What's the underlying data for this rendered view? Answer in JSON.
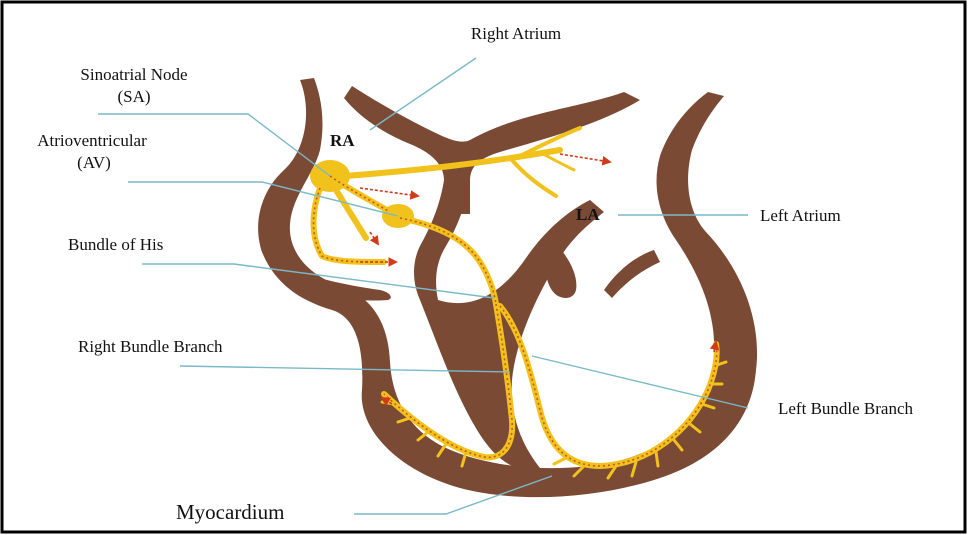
{
  "diagram": {
    "labels": {
      "right_atrium": "Right Atrium",
      "sinoatrial_line1": "Sinoatrial Node",
      "sinoatrial_line2": "(SA)",
      "atrioventricular_line1": "Atrioventricular",
      "atrioventricular_line2": "(AV)",
      "bundle_of_his": "Bundle of His",
      "right_bundle_branch": "Right Bundle Branch",
      "left_atrium": "Left Atrium",
      "left_bundle_branch": "Left Bundle Branch",
      "myocardium": "Myocardium",
      "ra_abbrev": "RA",
      "la_abbrev": "LA"
    },
    "colors": {
      "muscle": "#7b4a34",
      "conduction": "#f2c21c",
      "dots": "#c9541e",
      "leader_line": "#79b9c9",
      "border": "#000000"
    }
  }
}
